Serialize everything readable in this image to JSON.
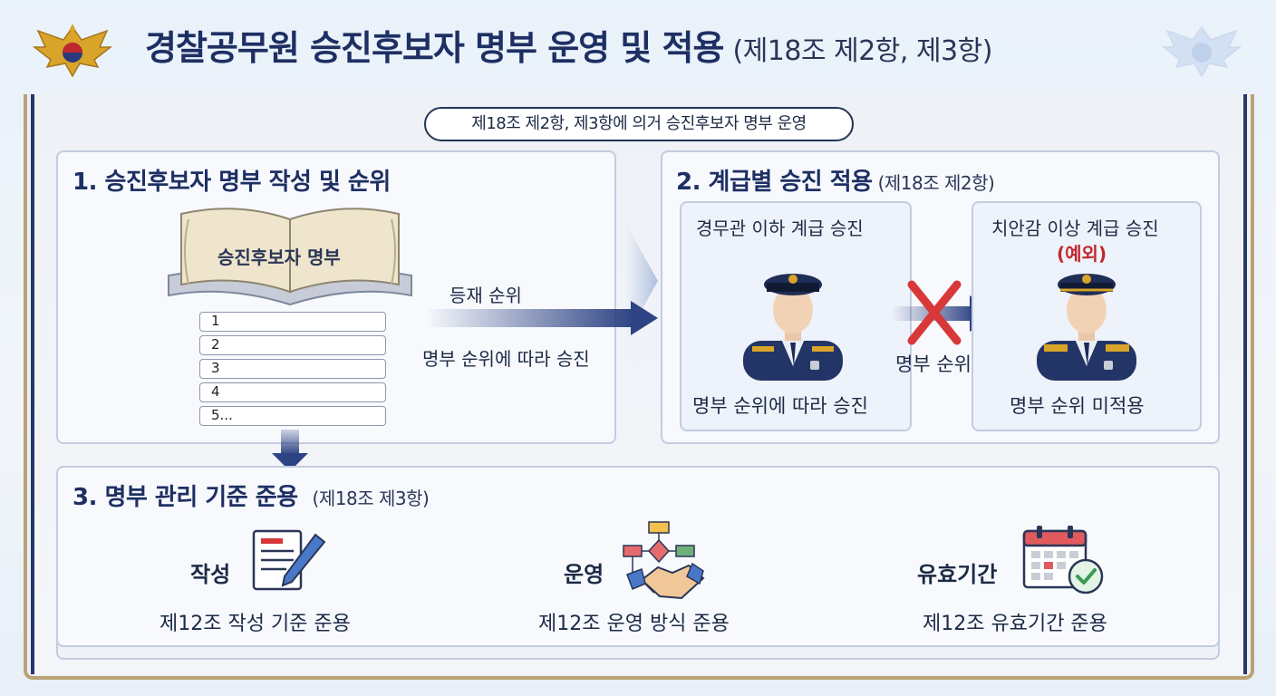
{
  "title": {
    "main": "경찰공무원 승진후보자 명부 운영 및 적용",
    "sub": "(제18조 제2항, 제3항)"
  },
  "basis": "제18조 제2항, 제3항에 의거 승진후보자 명부 운영",
  "section1": {
    "heading": "1. 승진후보자 명부 작성 및 순위",
    "book_label": "승진후보자 명부",
    "ranks": [
      "1",
      "2",
      "3",
      "4",
      "5..."
    ],
    "arrow_label_top": "등재 순위",
    "arrow_label_bottom": "명부 순위에 따라 승진"
  },
  "section2": {
    "heading": "2. 계급별 승진 적용",
    "ref": "(제18조 제2항)",
    "lower": {
      "title": "경무관 이하 계급 승진",
      "caption": "명부 순위에 따라 승진"
    },
    "arrow_label": "명부 순위",
    "upper": {
      "title": "치안감 이상 계급 승진",
      "exception": "(예외)",
      "caption": "명부 순위 미적용"
    }
  },
  "section3": {
    "heading": "3. 명부 관리 기준 준용",
    "ref": "(제18조 제3항)",
    "items": [
      {
        "label": "작성",
        "desc": "제12조 작성 기준 준용",
        "icon": "document-pen-icon"
      },
      {
        "label": "운영",
        "desc": "제12조 운영 방식 준용",
        "icon": "handshake-flow-icon"
      },
      {
        "label": "유효기간",
        "desc": "제12조 유효기간 준용",
        "icon": "calendar-check-icon"
      }
    ]
  },
  "colors": {
    "navy": "#1e2f63",
    "arrow": "#2e4383",
    "gold": "#b9a274",
    "exception_red": "#c0282d",
    "cross_red": "#d8383a"
  }
}
